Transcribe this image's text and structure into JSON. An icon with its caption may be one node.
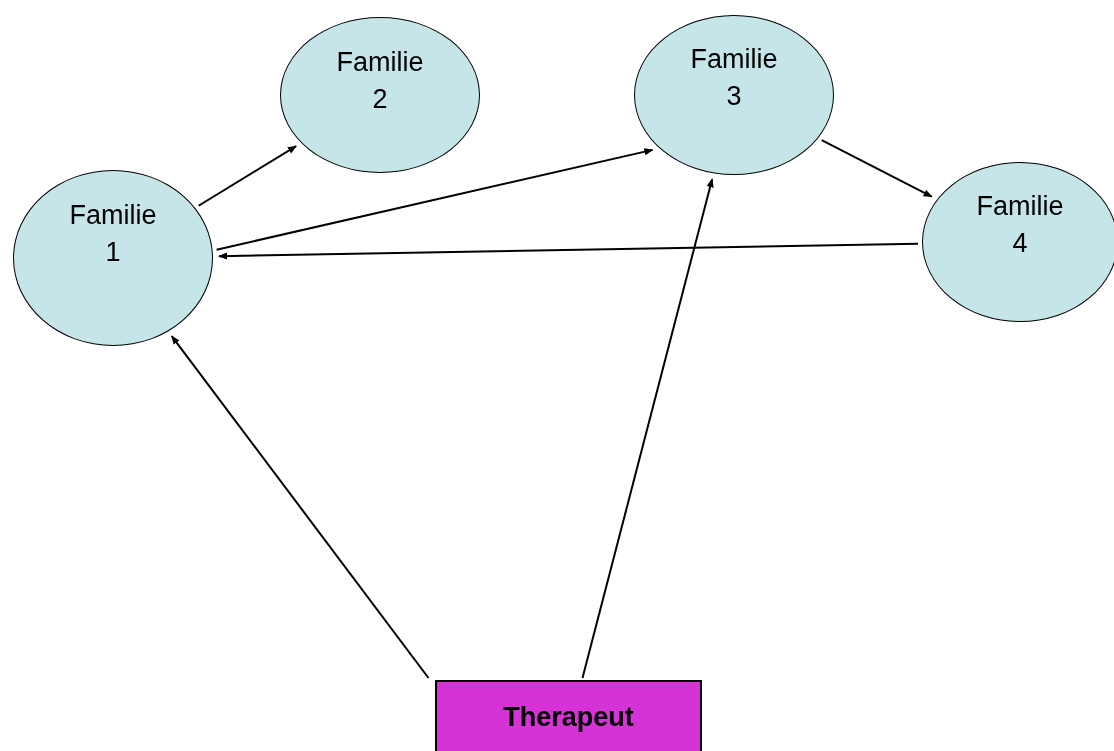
{
  "diagram": {
    "nodes": [
      {
        "text": [
          "Familie 1"
        ]
      },
      {
        "text": [
          "Familie 2"
        ]
      },
      {
        "text": [
          "Familie 3"
        ]
      },
      {
        "text": [
          "Familie 4"
        ]
      },
      {
        "text": [
          "Therapeut"
        ]
      }
    ],
    "edges": [
      {
        "from": 0,
        "to": 1,
        "arrow": "to"
      },
      {
        "from": 0,
        "to": 2,
        "arrow": "to"
      },
      {
        "from": 2,
        "to": 3,
        "arrow": "to"
      },
      {
        "from": 3,
        "to": 0,
        "arrow": "to"
      },
      {
        "from": 4,
        "to": 0,
        "arrow": "to"
      },
      {
        "from": 4,
        "to": 2,
        "arrow": "to"
      }
    ]
  }
}
